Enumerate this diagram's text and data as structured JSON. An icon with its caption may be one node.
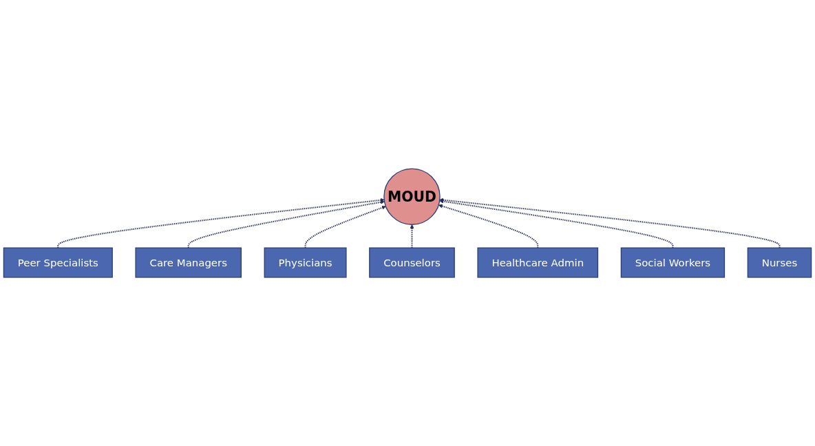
{
  "diagram": {
    "nodes": [
      {
        "text": [
          "Peer Specialists"
        ]
      },
      {
        "text": [
          "Care Managers"
        ]
      },
      {
        "text": [
          "Physicians"
        ]
      },
      {
        "text": [
          "MOUD"
        ]
      },
      {
        "text": [
          "Counselors"
        ]
      },
      {
        "text": [
          "Healthcare Admin"
        ]
      },
      {
        "text": [
          "Social Workers"
        ]
      },
      {
        "text": [
          "Nurses"
        ]
      }
    ],
    "edges": [
      {
        "from": 0,
        "to": 3,
        "arrow": "to",
        "style": "dashed"
      },
      {
        "from": 1,
        "to": 3,
        "arrow": "to",
        "style": "dashed"
      },
      {
        "from": 2,
        "to": 3,
        "arrow": "to",
        "style": "dashed"
      },
      {
        "from": 4,
        "to": 3,
        "arrow": "to",
        "style": "dashed"
      },
      {
        "from": 5,
        "to": 3,
        "arrow": "to",
        "style": "dashed"
      },
      {
        "from": 6,
        "to": 3,
        "arrow": "to",
        "style": "dashed"
      },
      {
        "from": 7,
        "to": 3,
        "arrow": "to",
        "style": "dashed"
      }
    ]
  }
}
